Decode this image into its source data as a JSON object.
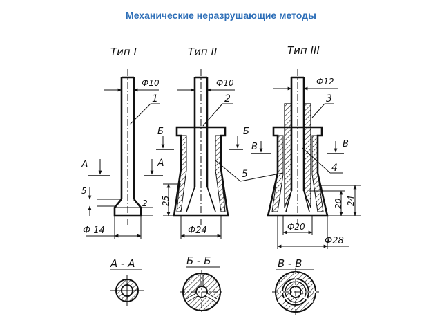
{
  "title": "Механические неразрушающие методы",
  "types": {
    "t1": "Тип I",
    "t2": "Тип II",
    "t3": "Тип III"
  },
  "dims": {
    "phi10_a": "Ф10",
    "phi10_b": "Ф10",
    "phi12": "Ф12",
    "phi14": "Ф 14",
    "phi24": "Ф24",
    "phi20": "Ф20",
    "phi28": "Ф28",
    "d5": "5",
    "d2": "2",
    "d25": "25",
    "d20": "20",
    "d24": "24"
  },
  "callouts": {
    "c1": "1",
    "c2": "2",
    "c3": "3",
    "c4": "4",
    "c5": "5"
  },
  "sections": {
    "a": "А",
    "b": "Б",
    "v": "В",
    "aa": "А - А",
    "bb": "Б - Б",
    "vv": "В - В"
  }
}
